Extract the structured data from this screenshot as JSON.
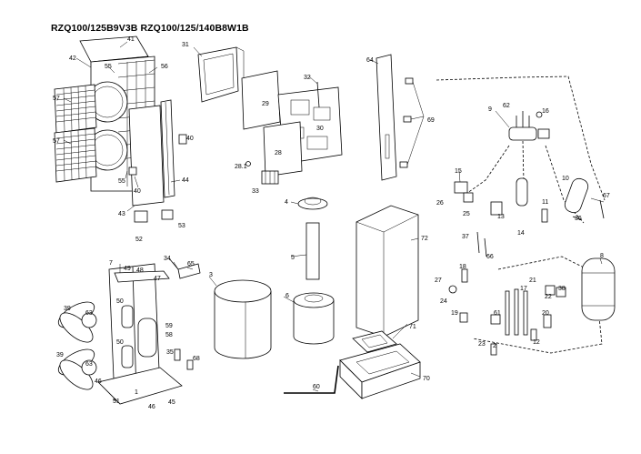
{
  "diagram": {
    "title": "RZQ100/125B9V3B  RZQ100/125/140B8W1B",
    "part_labels": [
      {
        "id": "p41",
        "text": "41"
      },
      {
        "id": "p42",
        "text": "42"
      },
      {
        "id": "p55a",
        "text": "55"
      },
      {
        "id": "p56",
        "text": "56"
      },
      {
        "id": "p57a",
        "text": "57"
      },
      {
        "id": "p57b",
        "text": "57"
      },
      {
        "id": "p40a",
        "text": "40"
      },
      {
        "id": "p55b",
        "text": "55"
      },
      {
        "id": "p40b",
        "text": "40"
      },
      {
        "id": "p44",
        "text": "44"
      },
      {
        "id": "p43",
        "text": "43"
      },
      {
        "id": "p52",
        "text": "52"
      },
      {
        "id": "p53",
        "text": "53"
      },
      {
        "id": "p31",
        "text": "31"
      },
      {
        "id": "p29",
        "text": "29"
      },
      {
        "id": "p32",
        "text": "32"
      },
      {
        "id": "p30",
        "text": "30"
      },
      {
        "id": "p28",
        "text": "28"
      },
      {
        "id": "p281",
        "text": "28.1"
      },
      {
        "id": "p33",
        "text": "33"
      },
      {
        "id": "p64",
        "text": "64"
      },
      {
        "id": "p69",
        "text": "69"
      },
      {
        "id": "p9",
        "text": "9"
      },
      {
        "id": "p62",
        "text": "62"
      },
      {
        "id": "p16",
        "text": "16"
      },
      {
        "id": "p15",
        "text": "15"
      },
      {
        "id": "p26",
        "text": "26"
      },
      {
        "id": "p25",
        "text": "25"
      },
      {
        "id": "p13",
        "text": "13"
      },
      {
        "id": "p14",
        "text": "14"
      },
      {
        "id": "p10",
        "text": "10"
      },
      {
        "id": "p11",
        "text": "11"
      },
      {
        "id": "p67",
        "text": "67"
      },
      {
        "id": "p36",
        "text": "36"
      },
      {
        "id": "p37",
        "text": "37"
      },
      {
        "id": "p66",
        "text": "66"
      },
      {
        "id": "p4",
        "text": "4"
      },
      {
        "id": "p5",
        "text": "5"
      },
      {
        "id": "p6",
        "text": "6"
      },
      {
        "id": "p72",
        "text": "72"
      },
      {
        "id": "p7",
        "text": "7"
      },
      {
        "id": "p49",
        "text": "49"
      },
      {
        "id": "p48",
        "text": "48"
      },
      {
        "id": "p47",
        "text": "47"
      },
      {
        "id": "p34",
        "text": "34"
      },
      {
        "id": "p65",
        "text": "65"
      },
      {
        "id": "p3",
        "text": "3"
      },
      {
        "id": "p50a",
        "text": "50"
      },
      {
        "id": "p63a",
        "text": "63"
      },
      {
        "id": "p39a",
        "text": "39"
      },
      {
        "id": "p59",
        "text": "59"
      },
      {
        "id": "p58",
        "text": "58"
      },
      {
        "id": "p50b",
        "text": "50"
      },
      {
        "id": "p39b",
        "text": "39"
      },
      {
        "id": "p63b",
        "text": "63"
      },
      {
        "id": "p35",
        "text": "35"
      },
      {
        "id": "p68",
        "text": "68"
      },
      {
        "id": "p46a",
        "text": "46"
      },
      {
        "id": "p51",
        "text": "51"
      },
      {
        "id": "p46b",
        "text": "46"
      },
      {
        "id": "p45",
        "text": "45"
      },
      {
        "id": "p1",
        "text": "1"
      },
      {
        "id": "p71",
        "text": "71"
      },
      {
        "id": "p70",
        "text": "70"
      },
      {
        "id": "p60",
        "text": "60"
      },
      {
        "id": "p8",
        "text": "8"
      },
      {
        "id": "p18",
        "text": "18"
      },
      {
        "id": "p27",
        "text": "27"
      },
      {
        "id": "p24",
        "text": "24"
      },
      {
        "id": "p17",
        "text": "17"
      },
      {
        "id": "p21",
        "text": "21"
      },
      {
        "id": "p22",
        "text": "22"
      },
      {
        "id": "p38",
        "text": "38"
      },
      {
        "id": "p19",
        "text": "19"
      },
      {
        "id": "p61",
        "text": "61"
      },
      {
        "id": "p20",
        "text": "20"
      },
      {
        "id": "p23",
        "text": "23"
      },
      {
        "id": "p2",
        "text": "2"
      },
      {
        "id": "p12",
        "text": "12"
      }
    ]
  }
}
